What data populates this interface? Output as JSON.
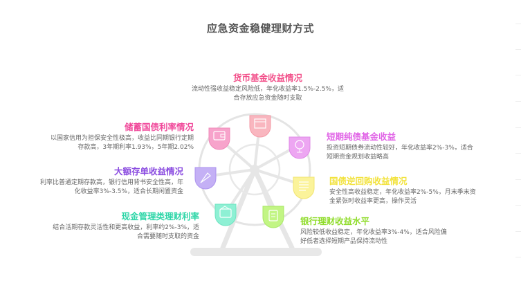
{
  "title": "应急资金稳健理财方式",
  "items": [
    {
      "name": "money-fund",
      "heading": "货币基金收益情况",
      "color": "#f2508a",
      "line1": "流动性强收益稳定风险低，年化收益率1.5%-2.5%，适",
      "line2": "合存放应急资金随时支取",
      "icon": "browser-window-icon",
      "cabin_color": "#f9b6bf"
    },
    {
      "name": "savings-bond",
      "heading": "储蓄国债利率情况",
      "color": "#f0489a",
      "line1": "以国家信用为担保安全性极高，收益比同期银行定期",
      "line2": "存款高，3年期利率1.93%，5年期2.02%",
      "icon": "wallet-icon",
      "cabin_color": "#f7a3cb"
    },
    {
      "name": "short-term-bond-fund",
      "heading": "短期纯债基金收益",
      "color": "#e063e6",
      "line1": "投资短期债券流动性较好，年化收益率2%-3%，适合",
      "line2": "短期资金规划收益略高",
      "icon": "globe-icon",
      "cabin_color": "#eda6f2"
    },
    {
      "name": "large-cd",
      "heading": "大额存单收益情况",
      "color": "#8a4be0",
      "line1": "利率比普通定期存款高，银行信用背书安全性高，年",
      "line2": "化收益率3%-3.5%，适合长期闲置资金",
      "icon": "rocket-icon",
      "cabin_color": "#c4b0f5"
    },
    {
      "name": "treasury-repo",
      "heading": "国债逆回购收益情况",
      "color": "#f2e23a",
      "line1": "安全性高收益稳定，年化收益率2%-5%，月末季末资",
      "line2": "金紧张时收益率更高，操作灵活",
      "icon": "document-icon",
      "cabin_color": "#fbf39a"
    },
    {
      "name": "cash-management",
      "heading": "现金管理类理财利率",
      "color": "#2fd6a8",
      "line1": "结合活期存款灵活性和更高收益，利率约2%-3%，适",
      "line2": "合需要随时支取的资金",
      "icon": "wallet-icon",
      "cabin_color": "#8ef0d4"
    },
    {
      "name": "bank-wealth",
      "heading": "银行理财收益水平",
      "color": "#8fdc2a",
      "line1": "风险较低收益稳定，年化收益率3%-4%，适合风险偏",
      "line2": "好低者选择短期产品保持流动性",
      "icon": "bill-icon",
      "cabin_color": "#c2f584"
    }
  ]
}
